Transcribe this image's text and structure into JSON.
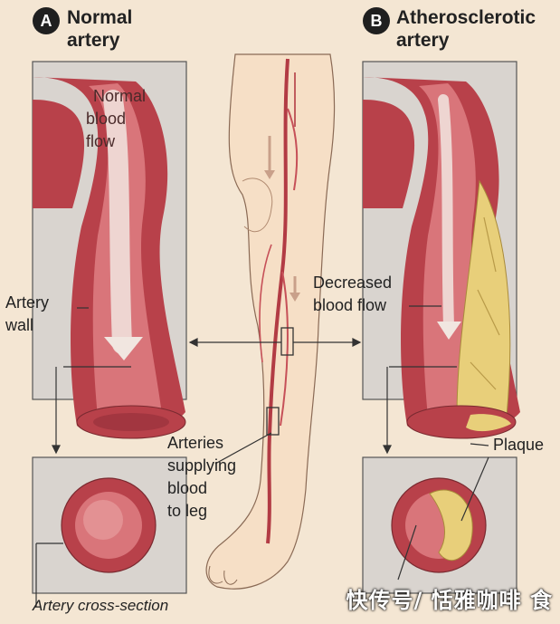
{
  "panel_a": {
    "badge": "A",
    "title_line1": "Normal",
    "title_line2": "artery"
  },
  "panel_b": {
    "badge": "B",
    "title_line1": "Atherosclerotic",
    "title_line2": "artery"
  },
  "labels": {
    "normal_flow": [
      "Normal",
      "blood",
      "flow"
    ],
    "artery_wall": [
      "Artery",
      "wall"
    ],
    "decreased_flow": [
      "Decreased",
      "blood flow"
    ],
    "arteries_leg": [
      "Arteries",
      "supplying",
      "blood",
      "to leg"
    ],
    "plaque": "Plaque",
    "cross_section": "Artery cross-section"
  },
  "watermark": "快传号/ 恬雅咖啡 食",
  "colors": {
    "artery": "#b8414a",
    "artery_light": "#d9757a",
    "plaque": "#e8cf7a",
    "box": "#d9d4cf",
    "skin": "#f4e6d3"
  }
}
